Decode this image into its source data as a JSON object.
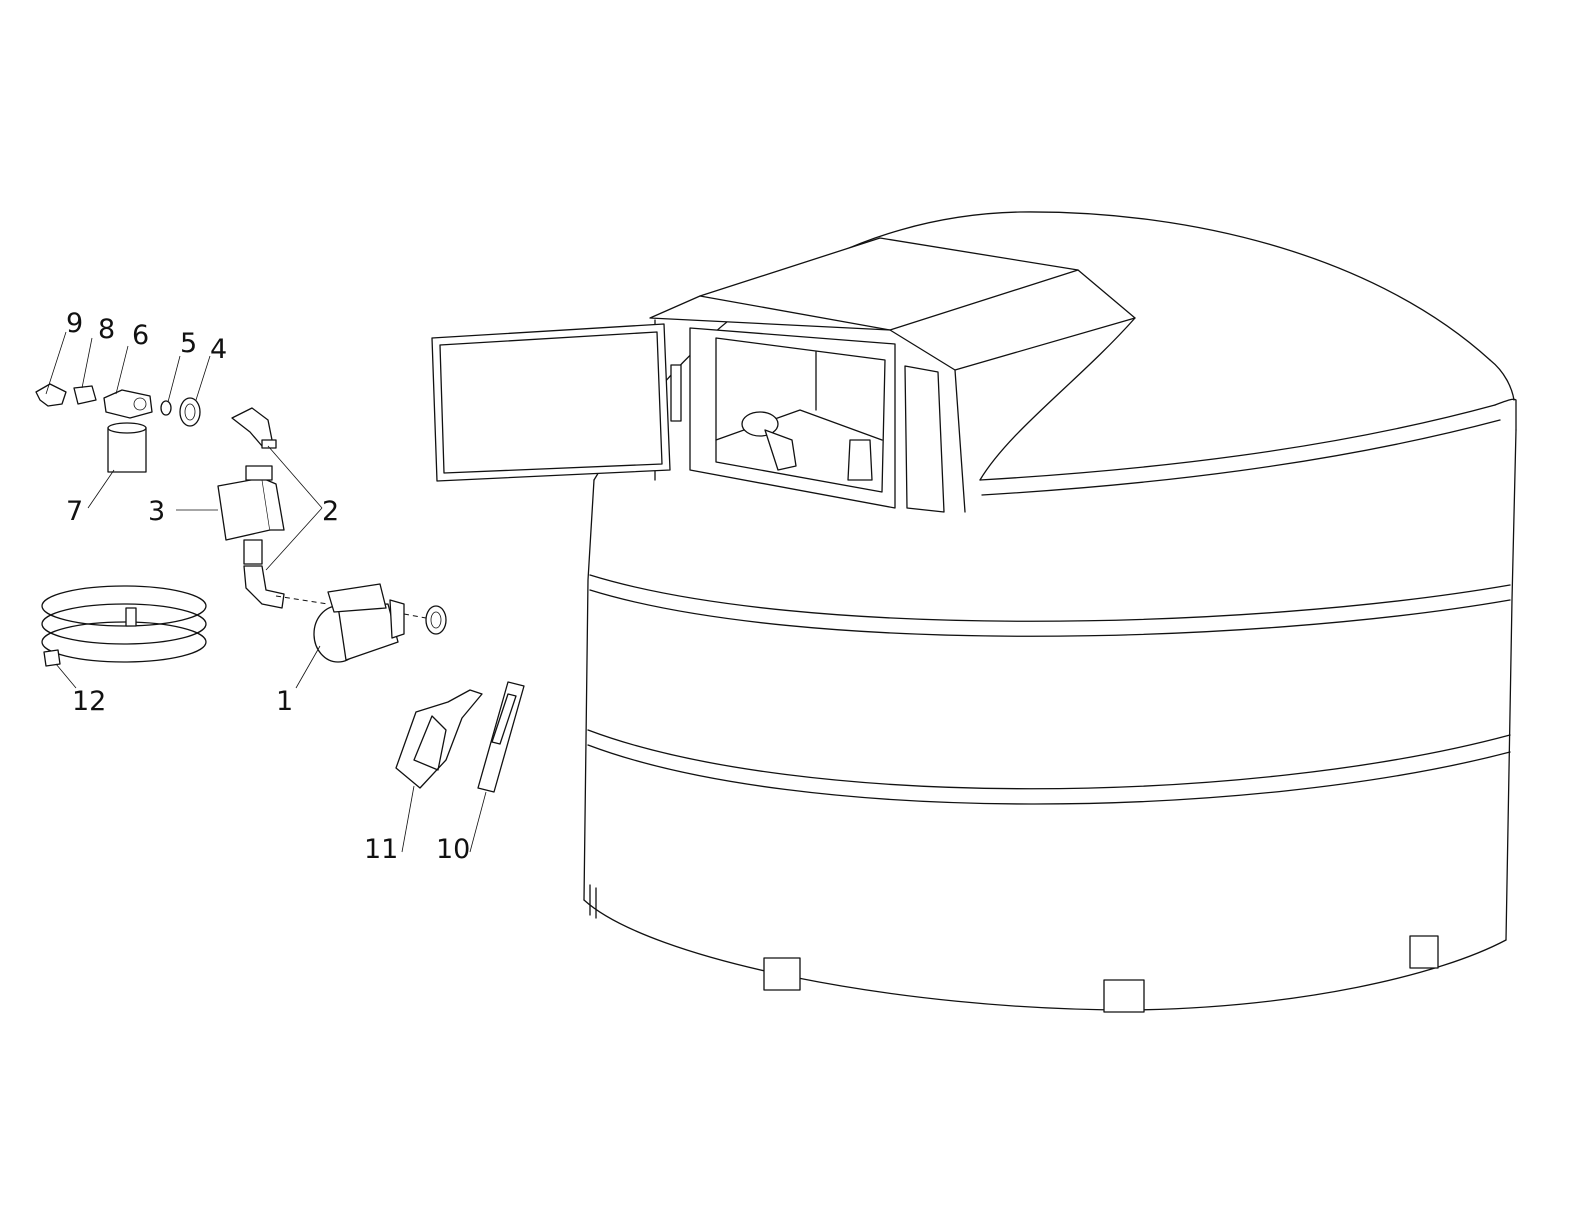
{
  "callouts": [
    {
      "id": "c1",
      "label": "1"
    },
    {
      "id": "c2",
      "label": "2"
    },
    {
      "id": "c3",
      "label": "3"
    },
    {
      "id": "c4",
      "label": "4"
    },
    {
      "id": "c5",
      "label": "5"
    },
    {
      "id": "c6",
      "label": "6"
    },
    {
      "id": "c7",
      "label": "7"
    },
    {
      "id": "c8",
      "label": "8"
    },
    {
      "id": "c9",
      "label": "9"
    },
    {
      "id": "c10",
      "label": "10"
    },
    {
      "id": "c11",
      "label": "11"
    },
    {
      "id": "c12",
      "label": "12"
    }
  ],
  "colors": {
    "line": "#111111",
    "background": "#ffffff"
  }
}
